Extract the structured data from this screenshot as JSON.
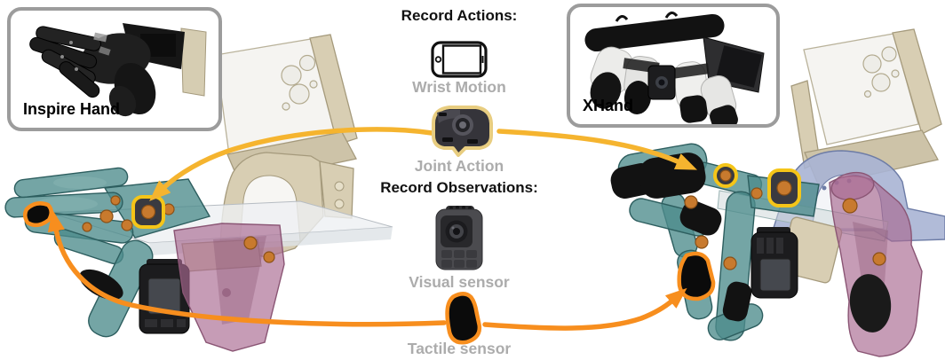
{
  "figure": {
    "background": "#ffffff",
    "insets": {
      "inspire_hand": {
        "label": "Inspire Hand",
        "image": "inspire-hand-photo"
      },
      "xhand": {
        "label": "XHand",
        "image": "xhand-photo"
      }
    },
    "pipeline": {
      "record_actions_heading": "Record Actions:",
      "wrist_motion": {
        "label": "Wrist Motion",
        "icon": "smartphone-icon"
      },
      "joint_action": {
        "label": "Joint Action",
        "icon": "joint-encoder-icon"
      },
      "record_observations_heading": "Record Observations:",
      "visual_sensor": {
        "label": "Visual sensor",
        "icon": "camera-sensor-icon"
      },
      "tactile_sensor": {
        "label": "Tactile sensor",
        "icon": "tactile-fingertip-icon"
      }
    },
    "colors": {
      "joint_action_arrow": "#F5B42F",
      "tactile_sensor_arrow": "#F78E1E",
      "highlight_ring": "#F5C518",
      "muted_label": "#ACACAC",
      "heading_text": "#111111",
      "inset_border": "#9C9C9C",
      "teal_hand": "#4D8C8C",
      "purple_mount": "#A86890",
      "cream_frame": "#D8CEB3",
      "blue_arch": "#A9B4D4",
      "joint_screw_orange": "#C87A2E",
      "black_hardware": "#1A1A1A"
    }
  }
}
